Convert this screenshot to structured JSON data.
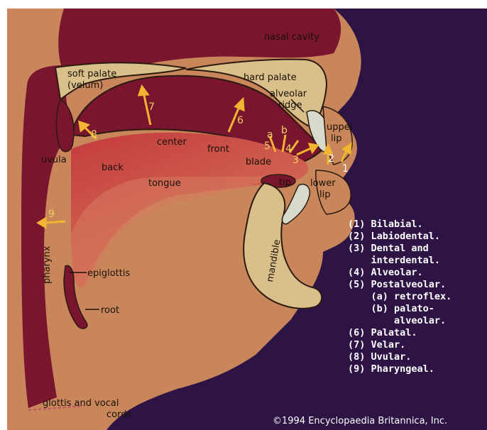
{
  "labels": {
    "nasal_cavity": "nasal cavity",
    "soft_palate_1": "soft palate",
    "soft_palate_2": "(velum)",
    "hard_palate": "hard palate",
    "alveolar_1": "alveolar",
    "alveolar_2": "ridge",
    "upper_lip_1": "upper",
    "upper_lip_2": "lip",
    "lower_lip_1": "lower",
    "lower_lip_2": "lip",
    "uvula": "uvula",
    "back": "back",
    "center": "center",
    "front": "front",
    "blade": "blade",
    "tip": "tip",
    "tongue": "tongue",
    "mandible": "mandible",
    "pharynx": "pharynx",
    "epiglottis": "epiglottis",
    "root": "root",
    "glottis": "glottis and vocal",
    "cords": "cords"
  },
  "markers": {
    "n1": "1",
    "n2": "2",
    "n3": "3",
    "n4": "4",
    "n5": "5",
    "n6": "6",
    "n7": "7",
    "n8": "8",
    "n9": "9",
    "a": "a",
    "b": "b"
  },
  "legend": [
    "(1) Bilabial.",
    "(2) Labiodental.",
    "(3) Dental and",
    "    interdental.",
    "(4) Alveolar.",
    "(5) Postalveolar.",
    "    (a) retroflex.",
    "    (b) palato-",
    "        alveolar.",
    "(6) Palatal.",
    "(7) Velar.",
    "(8) Uvular.",
    "(9) Pharyngeal."
  ],
  "credit": "©1994 Encyclopaedia Britannica, Inc.",
  "colors": {
    "background": "#2d1445",
    "skin": "#c8865a",
    "maroon": "#7a1530",
    "bone": "#d9bf8a",
    "tongue": "#c5453f",
    "arrow": "#f2b531",
    "tooth": "#d8d8cc"
  }
}
